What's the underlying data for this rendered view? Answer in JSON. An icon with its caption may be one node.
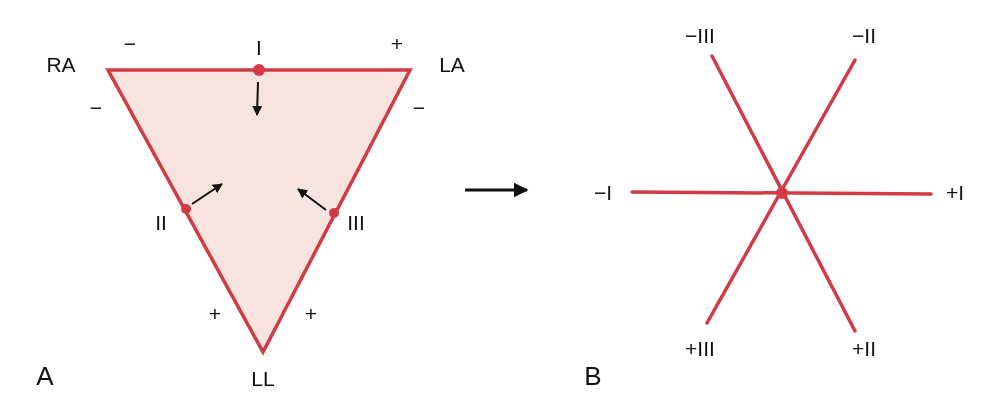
{
  "diagram": {
    "labels": [
      "−",
      "I",
      "+",
      "RA",
      "LA",
      "−",
      "−",
      "II",
      "III",
      "+",
      "+",
      "A",
      "LL",
      "−III",
      "−II",
      "−I",
      "+I",
      "+III",
      "+II",
      "B"
    ]
  }
}
